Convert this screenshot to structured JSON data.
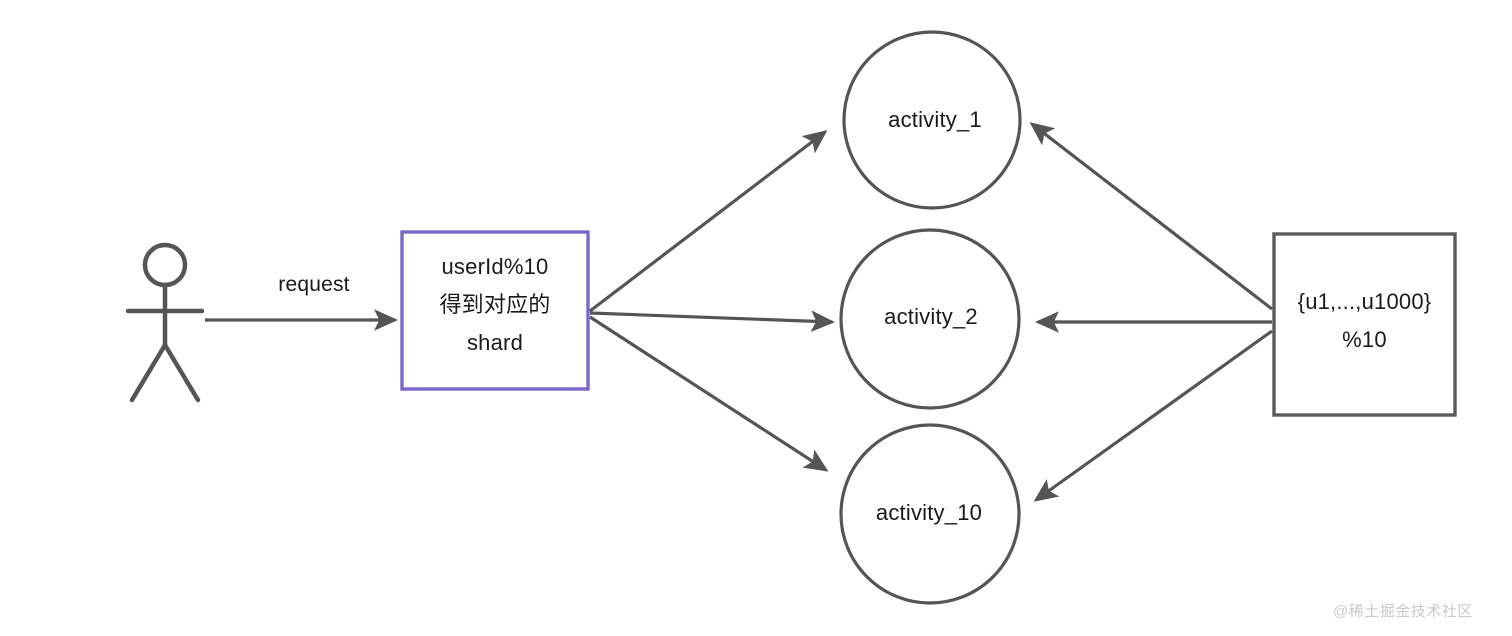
{
  "diagram": {
    "title": "user request sharding to activity shards",
    "background_color": "#ffffff",
    "stroke_color": "#555555",
    "accent_color": "#7B68C8",
    "text_color": "#1a1a1a"
  },
  "actor": {
    "name": "user-actor",
    "icon": "stick-figure-icon"
  },
  "edges": {
    "request_label": "request"
  },
  "shard_box": {
    "name": "shard-box",
    "border_color": "#7B68C8",
    "line1": "userId%10",
    "line2": "得到对应的",
    "line3": "shard"
  },
  "activities": [
    {
      "name": "activity-circle-1",
      "label": "activity_1"
    },
    {
      "name": "activity-circle-2",
      "label": "activity_2"
    },
    {
      "name": "activity-circle-3",
      "label": "activity_10"
    }
  ],
  "ids_box": {
    "name": "user-ids-box",
    "border_color": "#5A5A5A",
    "line1": "{u1,...,u1000}",
    "line2": "%10"
  },
  "watermark": {
    "text": "@稀土掘金技术社区"
  }
}
